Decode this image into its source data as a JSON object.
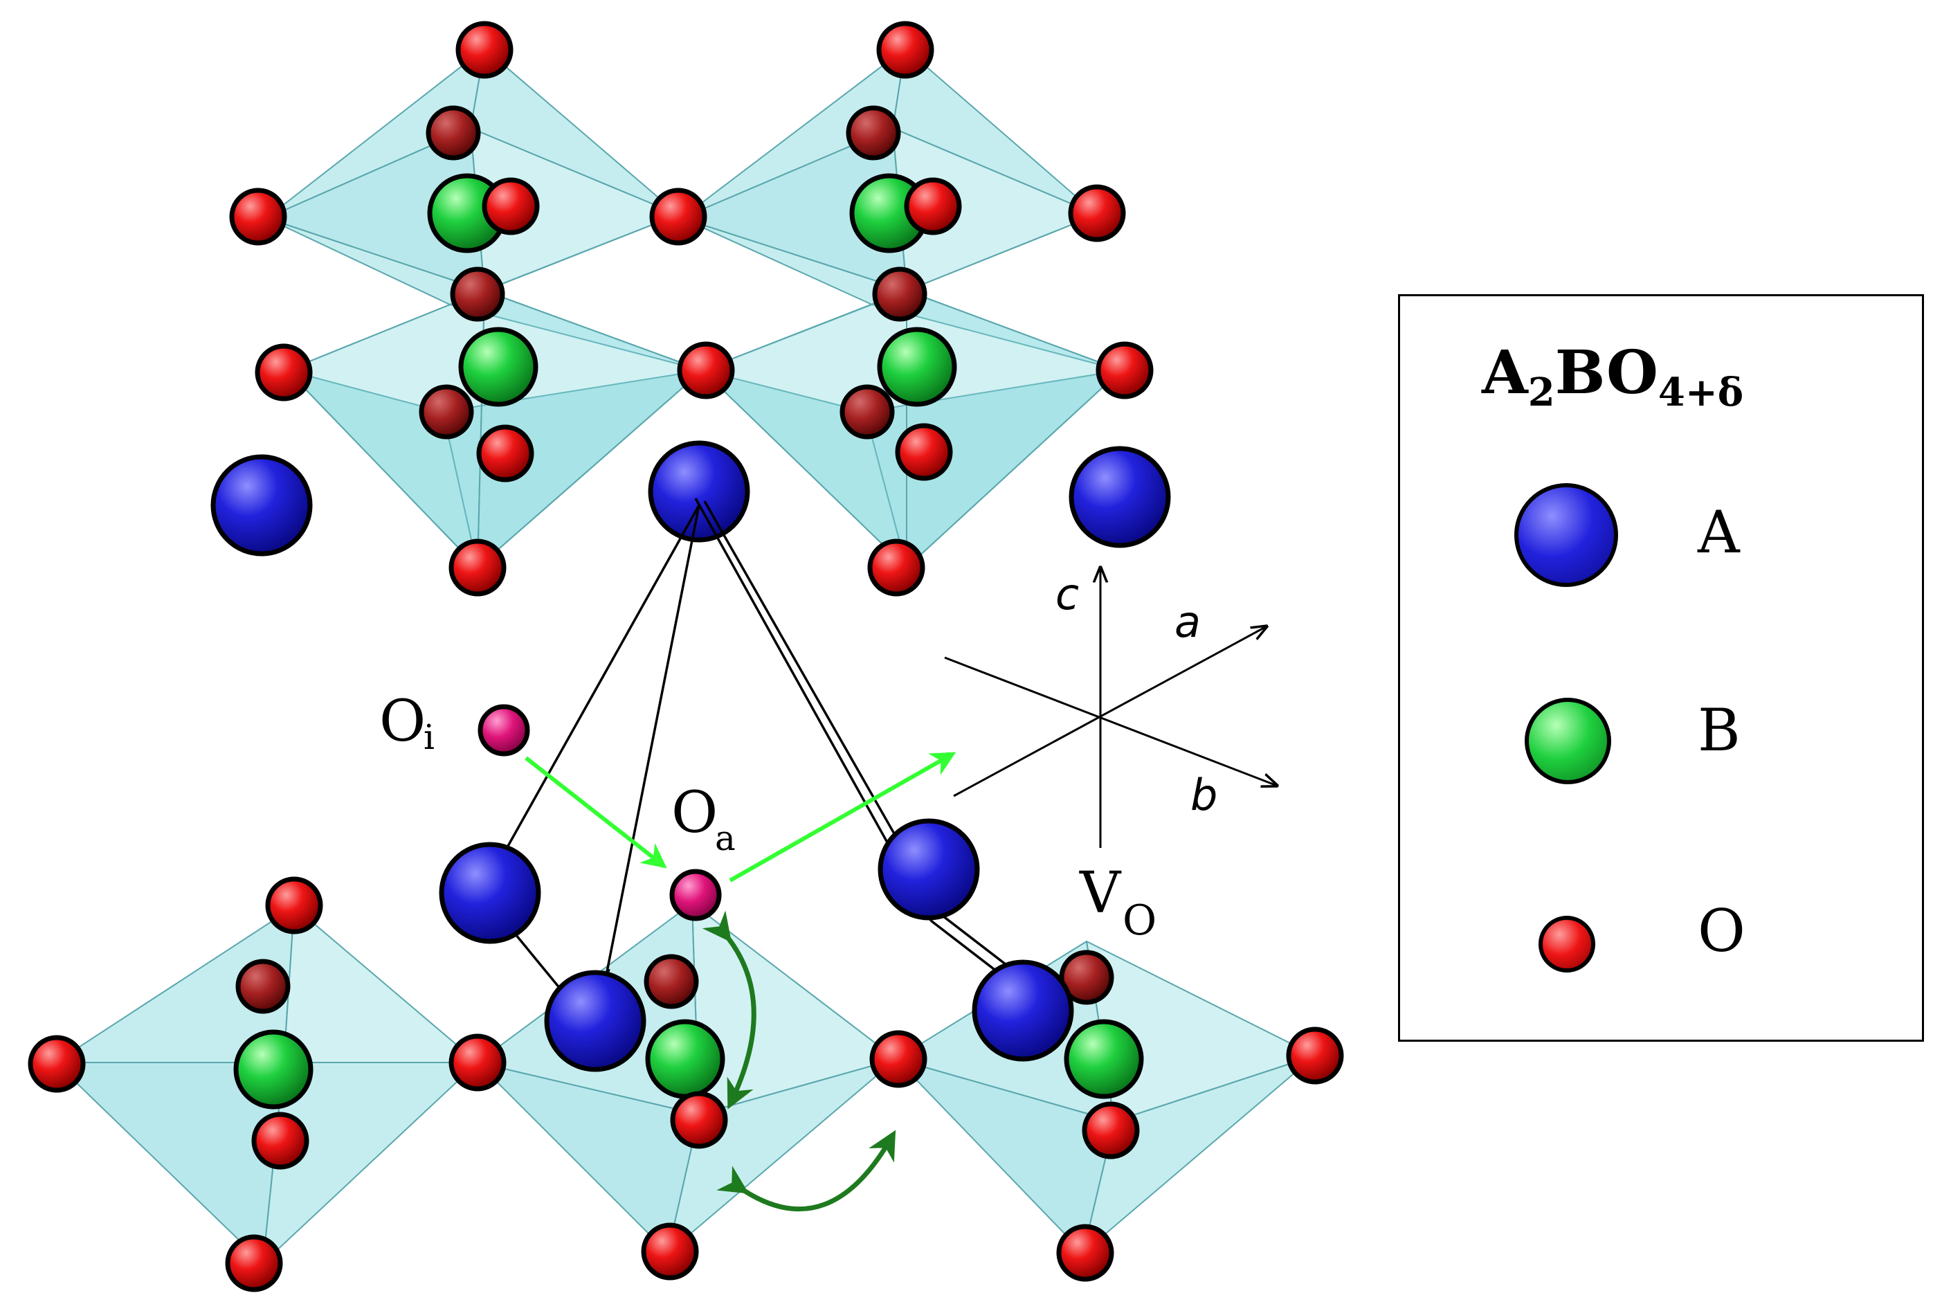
{
  "labels": {
    "interstitial": "O",
    "interstitial_sub": "i",
    "apical": "O",
    "apical_sub": "a",
    "vacancy": "V",
    "vacancy_sub": "O"
  },
  "axes": {
    "c": "c",
    "a": "a",
    "b": "b"
  },
  "legend": {
    "title_main": "A",
    "title_sub1": "2",
    "title_mid": "BO",
    "title_sub2": "4+δ",
    "entries": [
      {
        "symbol": "A",
        "color": "#1a1acc"
      },
      {
        "symbol": "B",
        "color": "#18c23a"
      },
      {
        "symbol": "O",
        "color": "#e01010"
      }
    ]
  },
  "colors": {
    "A_atom": "#1a1acc",
    "B_atom": "#18c23a",
    "O_atom": "#e01010",
    "interstitial_atom": "#e0147a",
    "octahedron": "#7fd6dc",
    "migration_arrow": "#33ff33",
    "rotation_arrow": "#1e7a1e"
  }
}
